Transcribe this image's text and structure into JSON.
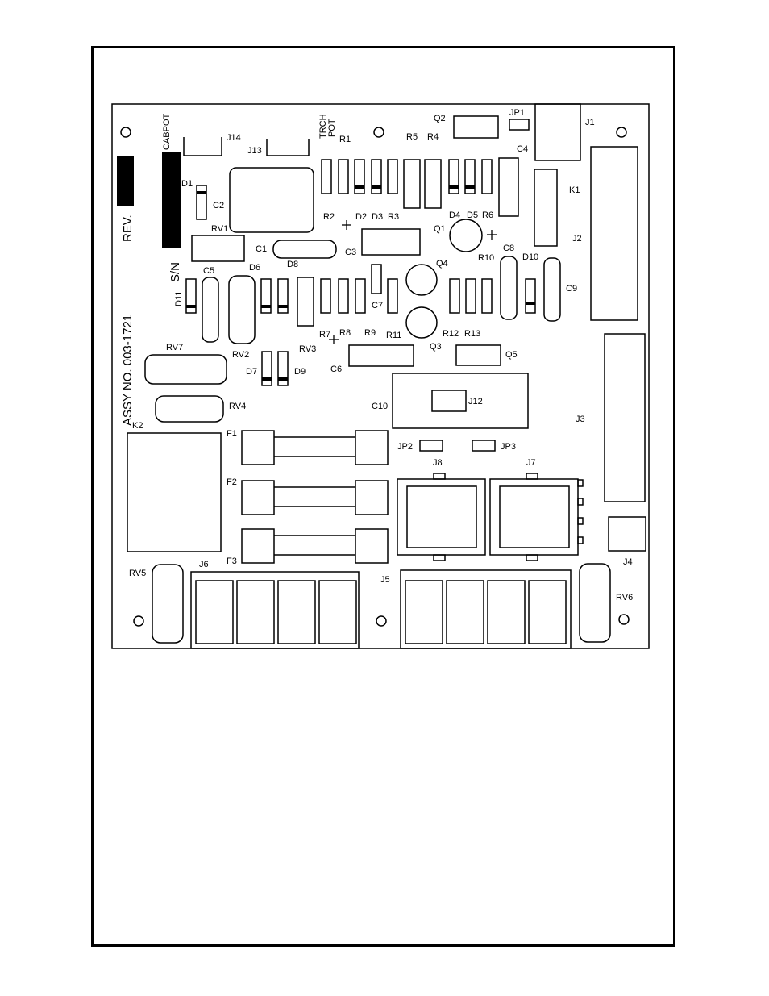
{
  "board": {
    "assy_no": "ASSY NO. 003-1721",
    "rev": "REV.",
    "sn": "S/N",
    "cabpot": "CABPOT",
    "trch_pot": [
      "TRCH",
      "POT"
    ]
  },
  "labels": {
    "J1": "J1",
    "J2": "J2",
    "J3": "J3",
    "J4": "J4",
    "J5": "J5",
    "J6": "J6",
    "J7": "J7",
    "J8": "J8",
    "J12": "J12",
    "J13": "J13",
    "J14": "J14",
    "JP1": "JP1",
    "JP2": "JP2",
    "JP3": "JP3",
    "K1": "K1",
    "K2": "K2",
    "Q1": "Q1",
    "Q2": "Q2",
    "Q3": "Q3",
    "Q4": "Q4",
    "Q5": "Q5",
    "R1": "R1",
    "R2": "R2",
    "R3": "R3",
    "R4": "R4",
    "R5": "R5",
    "R6": "R6",
    "R7": "R7",
    "R8": "R8",
    "R9": "R9",
    "R10": "R10",
    "R11": "R11",
    "R12": "R12",
    "R13": "R13",
    "D1": "D1",
    "D2": "D2",
    "D3": "D3",
    "D4": "D4",
    "D5": "D5",
    "D6": "D6",
    "D7": "D7",
    "D8": "D8",
    "D9": "D9",
    "D10": "D10",
    "D11": "D11",
    "C1": "C1",
    "C2": "C2",
    "C3": "C3",
    "C4": "C4",
    "C5": "C5",
    "C6": "C6",
    "C7": "C7",
    "C8": "C8",
    "C9": "C9",
    "C10": "C10",
    "RV1": "RV1",
    "RV2": "RV2",
    "RV3": "RV3",
    "RV4": "RV4",
    "RV5": "RV5",
    "RV6": "RV6",
    "RV7": "RV7",
    "F1": "F1",
    "F2": "F2",
    "F3": "F3"
  }
}
